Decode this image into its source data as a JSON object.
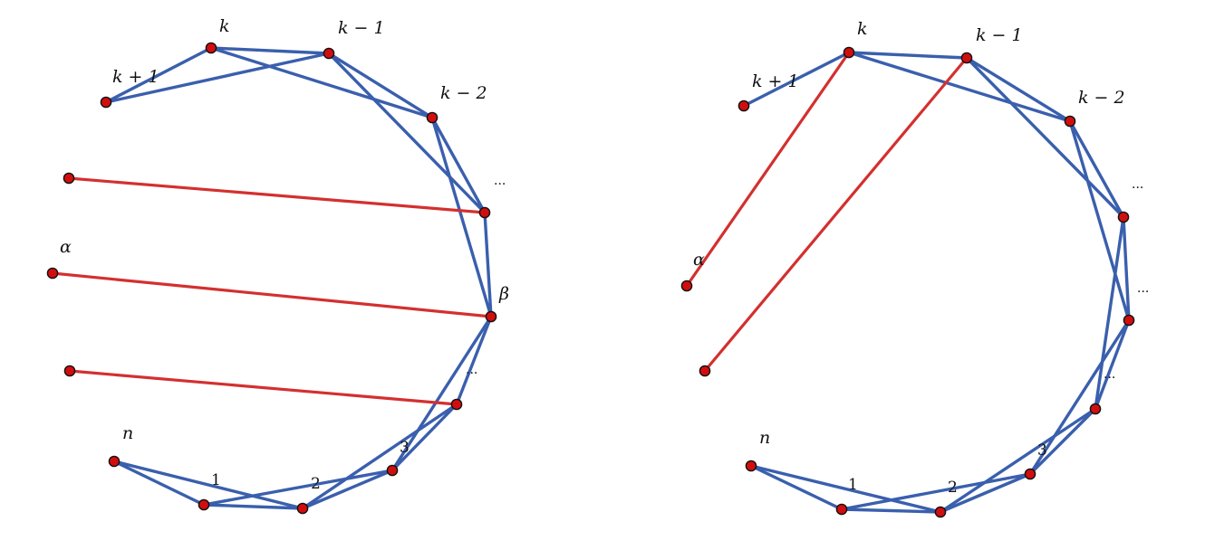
{
  "colors": {
    "edge": "#3a5fad",
    "highlight_edge": "#d3302f",
    "vertex": "#d10e0e"
  },
  "left": {
    "labels": {
      "k": "k",
      "k_minus_1": "k − 1",
      "k_plus_1": "k + 1",
      "k_minus_2": "k − 2",
      "dots_upper": "...",
      "alpha": "α",
      "beta": "β",
      "dots_lower": "...",
      "three": "3",
      "n": "n",
      "one": "1",
      "two": "2"
    }
  },
  "right": {
    "labels": {
      "k": "k",
      "k_minus_1": "k − 1",
      "k_plus_1": "k + 1",
      "k_minus_2": "k − 2",
      "dots_1": "...",
      "alpha": "α",
      "dots_2": "...",
      "dots_3": "...",
      "three": "3",
      "n": "n",
      "one": "1",
      "two": "2"
    }
  }
}
